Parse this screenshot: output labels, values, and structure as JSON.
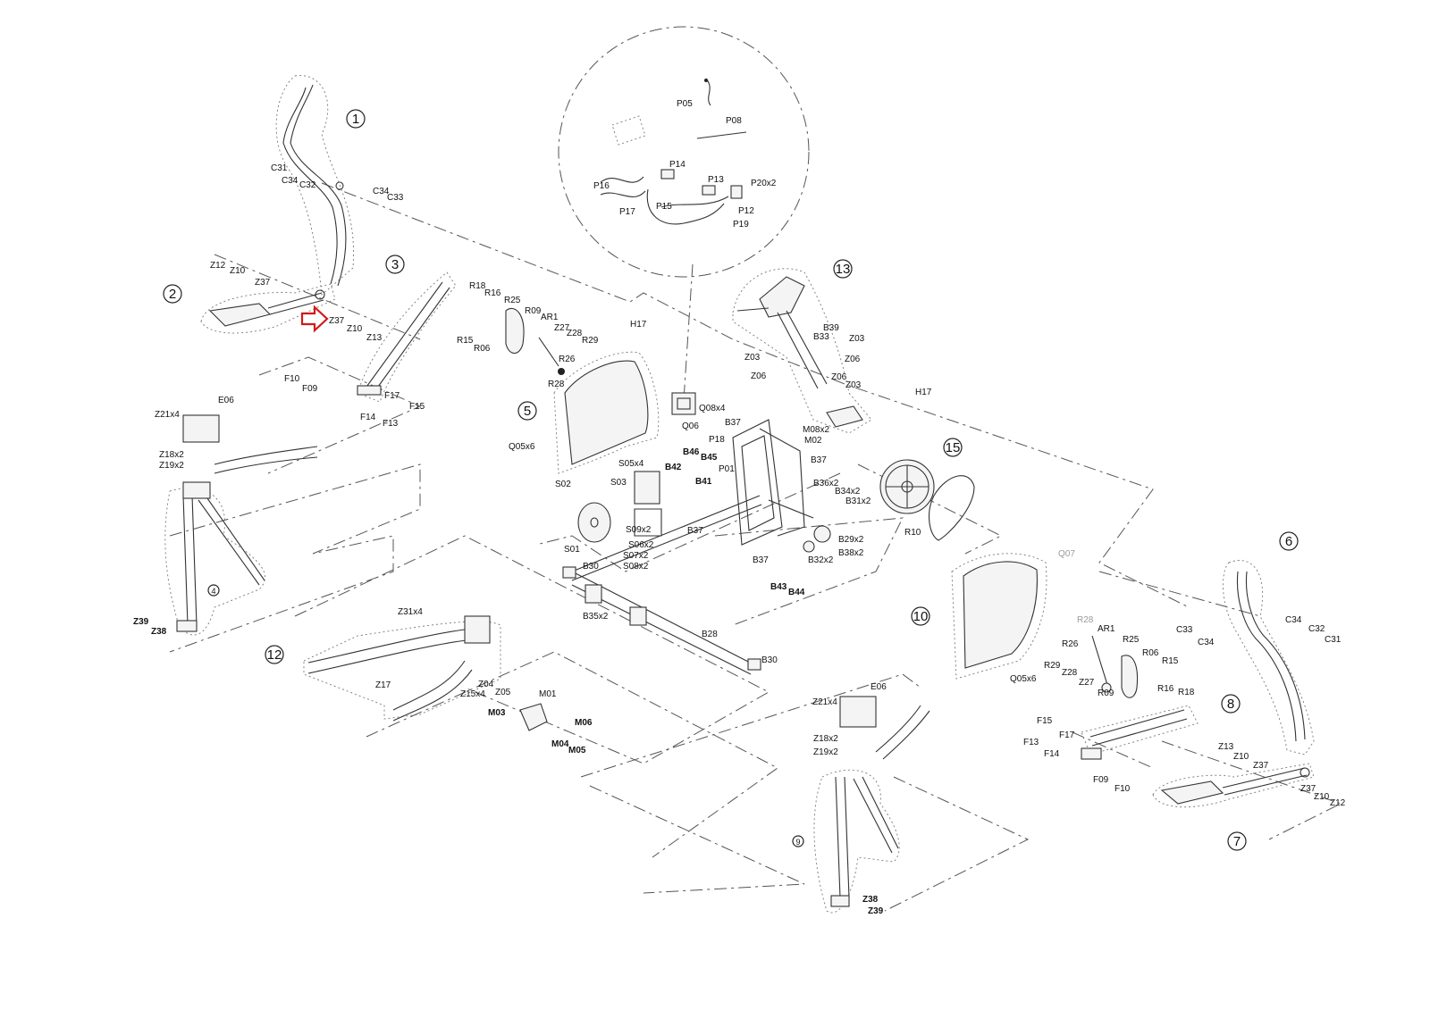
{
  "diagram": {
    "colors": {
      "line": "#333333",
      "accent": "#d11a1a",
      "grey_label": "#9a9a9a"
    },
    "highlight": {
      "icon": "right-arrow-icon",
      "target": "Z37"
    },
    "assemblies": [
      {
        "key": "a1",
        "number": "1"
      },
      {
        "key": "a2",
        "number": "2"
      },
      {
        "key": "a3",
        "number": "3"
      },
      {
        "key": "a4",
        "number": "4"
      },
      {
        "key": "a5",
        "number": "5"
      },
      {
        "key": "a6",
        "number": "6"
      },
      {
        "key": "a7",
        "number": "7"
      },
      {
        "key": "a8",
        "number": "8"
      },
      {
        "key": "a9",
        "number": "9"
      },
      {
        "key": "a10",
        "number": "10"
      },
      {
        "key": "a12",
        "number": "12"
      },
      {
        "key": "a13",
        "number": "13"
      },
      {
        "key": "a15",
        "number": "15"
      }
    ],
    "labels": {
      "p05": "P05",
      "p08": "P08",
      "p14": "P14",
      "p13": "P13",
      "p20": "P20x2",
      "p16": "P16",
      "p17": "P17",
      "p15": "P15",
      "p12": "P12",
      "p19": "P19",
      "c31_l": "C31",
      "c34_l1": "C34",
      "c32_l": "C32",
      "c34_l2": "C34",
      "c33_l": "C33",
      "z12_l": "Z12",
      "z10_l1": "Z10",
      "z37_l1": "Z37",
      "z37_l2": "Z37",
      "z10_l2": "Z10",
      "z13_l": "Z13",
      "r18_l": "R18",
      "r16_l": "R16",
      "r25_l": "R25",
      "r09_l": "R09",
      "ar1_l": "AR1",
      "z27_l": "Z27",
      "z28_l": "Z28",
      "r29_l": "R29",
      "r15_l": "R15",
      "r06_l": "R06",
      "r26_l": "R26",
      "r28_l": "R28",
      "h17_l": "H17",
      "h17_r": "H17",
      "f10_l": "F10",
      "f09_l": "F09",
      "f17_l": "F17",
      "f14_l": "F14",
      "f13_l": "F13",
      "f15_l": "F15",
      "z21_l": "Z21x4",
      "e06_l": "E06",
      "z18_l": "Z18x2",
      "z19_l": "Z19x2",
      "z39_l": "Z39",
      "z38_l": "Z38",
      "q05_l": "Q05x6",
      "q08": "Q08x4",
      "q06": "Q06",
      "b39": "B39",
      "b33": "B33",
      "z03_1": "Z03",
      "z03_2": "Z03",
      "z03_3": "Z03",
      "z06_1": "Z06",
      "z06_2": "Z06",
      "z06_3": "Z06",
      "b37_1": "B37",
      "m08": "M08x2",
      "m02": "M02",
      "p18": "P18",
      "b37_2": "B37",
      "b46": "B46",
      "b45": "B45",
      "b42": "B42",
      "p01": "P01",
      "b41": "B41",
      "s05": "S05x4",
      "s03": "S03",
      "s02": "S02",
      "b36": "B36x2",
      "b34": "B34x2",
      "b31": "B31x2",
      "s09": "S09x2",
      "s06": "S06x2",
      "s07": "S07x2",
      "s08": "S08x2",
      "s01": "S01",
      "b37_3": "B37",
      "b37_4": "B37",
      "b29": "B29x2",
      "b32": "B32x2",
      "b38": "B38x2",
      "b30_1": "B30",
      "b43": "B43",
      "b44": "B44",
      "b35": "B35x2",
      "b28": "B28",
      "b30_2": "B30",
      "r10": "R10",
      "q07": "Q07",
      "z31": "Z31x4",
      "z17": "Z17",
      "z04": "Z04",
      "z15": "Z15x4",
      "z05": "Z05",
      "m01": "M01",
      "m03": "M03",
      "m06": "M06",
      "m04": "M04",
      "m05": "M05",
      "r28_r": "R28",
      "ar1_r": "AR1",
      "r25_r": "R25",
      "r26_r": "R26",
      "r06_r": "R06",
      "r15_r": "R15",
      "r29_r": "R29",
      "z28_r": "Z28",
      "z27_r": "Z27",
      "r09_r": "R09",
      "r16_r": "R16",
      "r18_r": "R18",
      "q05_r": "Q05x6",
      "c33_r": "C33",
      "c34_r1": "C34",
      "c34_r2": "C34",
      "c32_r": "C32",
      "c31_r": "C31",
      "f15_r": "F15",
      "f13_r": "F13",
      "f17_r": "F17",
      "f14_r": "F14",
      "f09_r": "F09",
      "f10_r": "F10",
      "z13_r": "Z13",
      "z10_r1": "Z10",
      "z37_r1": "Z37",
      "z37_r2": "Z37",
      "z10_r2": "Z10",
      "z12_r": "Z12",
      "z21_r": "Z21x4",
      "e06_r": "E06",
      "z18_r": "Z18x2",
      "z19_r": "Z19x2",
      "z38_r": "Z38",
      "z39_r": "Z39"
    }
  }
}
